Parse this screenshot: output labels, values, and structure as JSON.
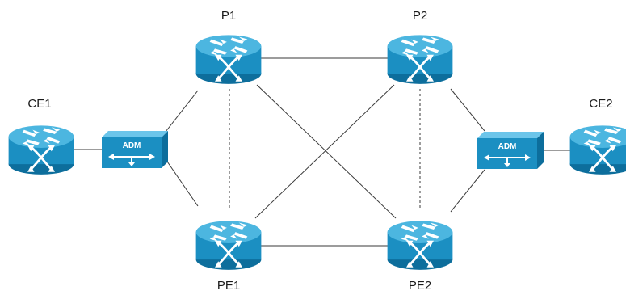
{
  "colors": {
    "router_body": "#1b8fc2",
    "router_top": "#4cb6e0",
    "router_shade": "#0d6e9c",
    "adm_front": "#1b8fc2",
    "adm_side": "#0d6e9c",
    "adm_top": "#6cc5ea",
    "link": "#3a3a3a"
  },
  "nodes": {
    "p1": {
      "label": "P1",
      "icon": "router-icon"
    },
    "p2": {
      "label": "P2",
      "icon": "router-icon"
    },
    "pe1": {
      "label": "PE1",
      "icon": "router-icon"
    },
    "pe2": {
      "label": "PE2",
      "icon": "router-icon"
    },
    "ce1": {
      "label": "CE1",
      "icon": "router-icon"
    },
    "ce2": {
      "label": "CE2",
      "icon": "router-icon"
    },
    "adm_left": {
      "label": "ADM",
      "icon": "adm-icon"
    },
    "adm_right": {
      "label": "ADM",
      "icon": "adm-icon"
    }
  }
}
